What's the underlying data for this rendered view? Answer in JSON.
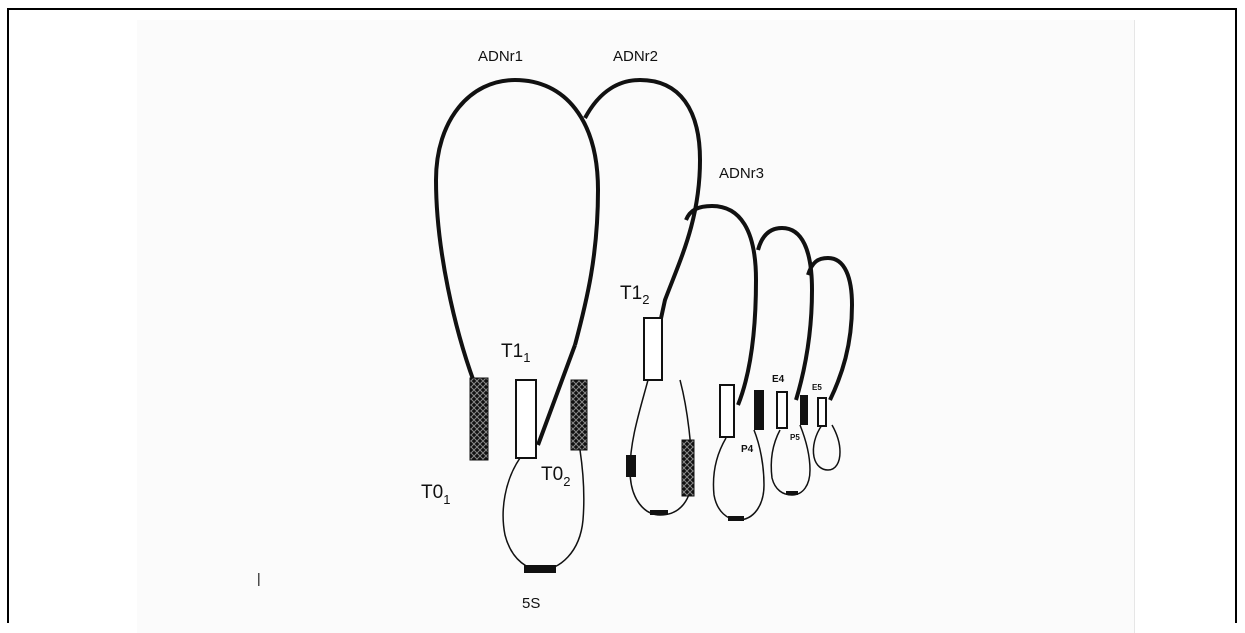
{
  "labels": {
    "adnr1": "ADNr1",
    "adnr2": "ADNr2",
    "adnr3": "ADNr3",
    "t1_1_main": "T1",
    "t1_1_sub": "1",
    "t1_2_main": "T1",
    "t1_2_sub": "2",
    "t0_1_main": "T0",
    "t0_1_sub": "1",
    "t0_2_main": "T0",
    "t0_2_sub": "2",
    "p4": "P4",
    "e4": "E4",
    "p5": "P5",
    "e5": "E5",
    "fives": "5S",
    "stray": "|"
  },
  "colors": {
    "ink": "#111111",
    "canvas": "#fbfbfb",
    "frame": "#000000"
  }
}
